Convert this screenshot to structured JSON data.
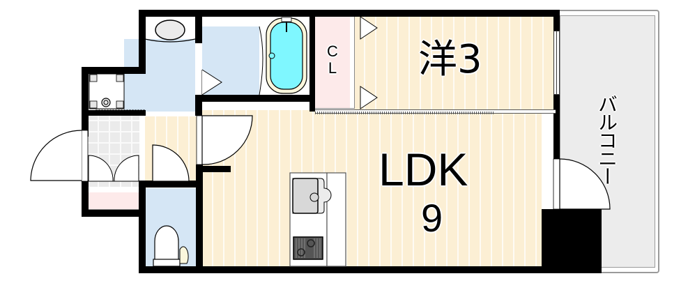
{
  "floor_plan": {
    "layout_type": "1LDK",
    "rooms": {
      "western_room": {
        "label": "洋3",
        "name": "洋",
        "size_jo": "3"
      },
      "ldk": {
        "label": "LDK",
        "size_jo": "9"
      },
      "closet": {
        "label_line1": "C",
        "label_line2": "L"
      },
      "balcony": {
        "label": "バルコニー"
      }
    },
    "fixtures": [
      "toilet",
      "bathtub",
      "washbasin",
      "washing-machine-space",
      "kitchen-sink",
      "gas-stove",
      "shoe-cabinet",
      "entrance-door",
      "balcony-door",
      "window"
    ],
    "colors": {
      "wall": "#000000",
      "wood_floor": "#fcefd4",
      "wet_area": "#d5e6f5",
      "closet": "#fdeaea",
      "bathtub_water": "#7ff7ff",
      "balcony": "#ececec",
      "tile": "#ebebeb"
    }
  }
}
